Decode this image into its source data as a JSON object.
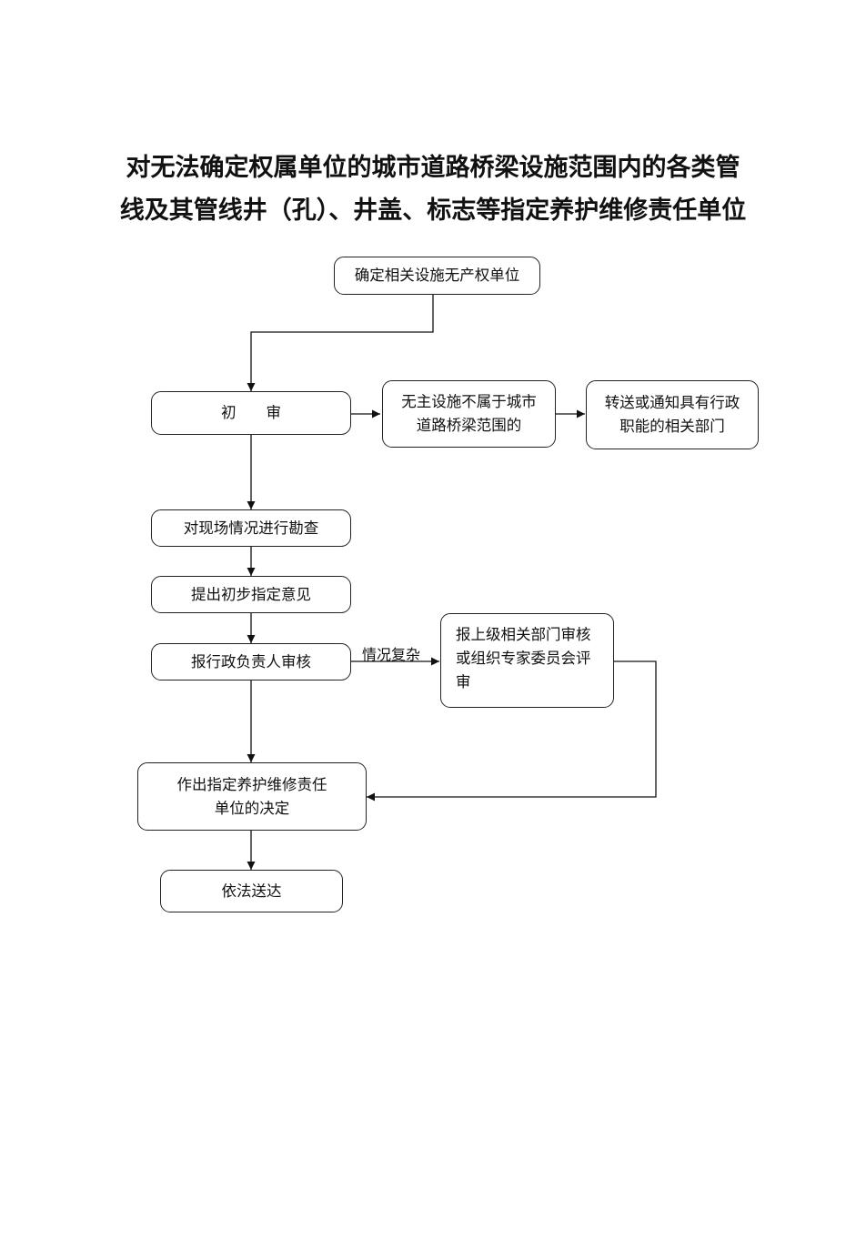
{
  "title": {
    "line1": "对无法确定权属单位的城市道路桥梁设施范围内的各类管",
    "line2": "线及其管线井（孔）、井盖、标志等指定养护维修责任单位"
  },
  "nodes": {
    "confirm": "确定相关设施无产权单位",
    "initial_review": "初　　审",
    "no_owner_line1": "无主设施不属于城市",
    "no_owner_line2": "道路桥梁范围的",
    "transfer_line1": "转送或通知具有行政",
    "transfer_line2": "职能的相关部门",
    "survey": "对现场情况进行勘查",
    "preliminary": "提出初步指定意见",
    "report_admin": "报行政负责人审核",
    "report_up_line1": "报上级相关部门审核",
    "report_up_line2": "或组织专家委员会评",
    "report_up_line3": "审",
    "decision_line1": "作出指定养护维修责任",
    "decision_line2": "单位的决定",
    "deliver": "依法送达"
  },
  "edge_labels": {
    "complex": "情况复杂"
  }
}
